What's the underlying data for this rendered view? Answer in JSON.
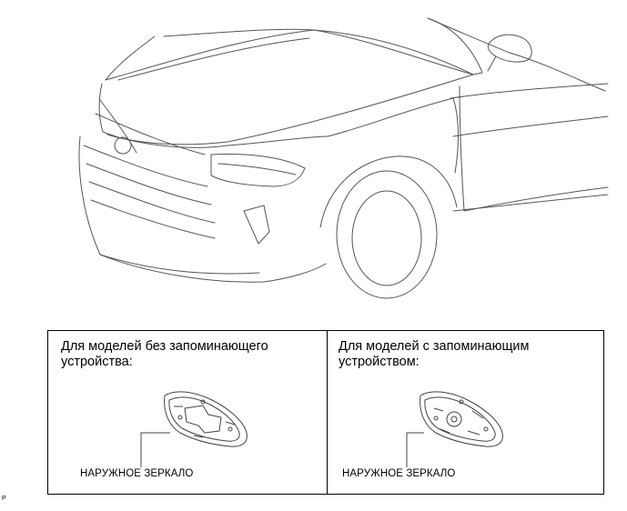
{
  "table": {
    "left": {
      "caption_line1": "Для моделей без запоминающего",
      "caption_line2": "устройства:",
      "part_label": "НАРУЖНОЕ ЗЕРКАЛО"
    },
    "right": {
      "caption_line1": "Для моделей с запоминающим",
      "caption_line2": "устройством:",
      "part_label": "НАРУЖНОЕ ЗЕРКАЛО"
    }
  },
  "corner_code": "P",
  "line_color": "#444444"
}
